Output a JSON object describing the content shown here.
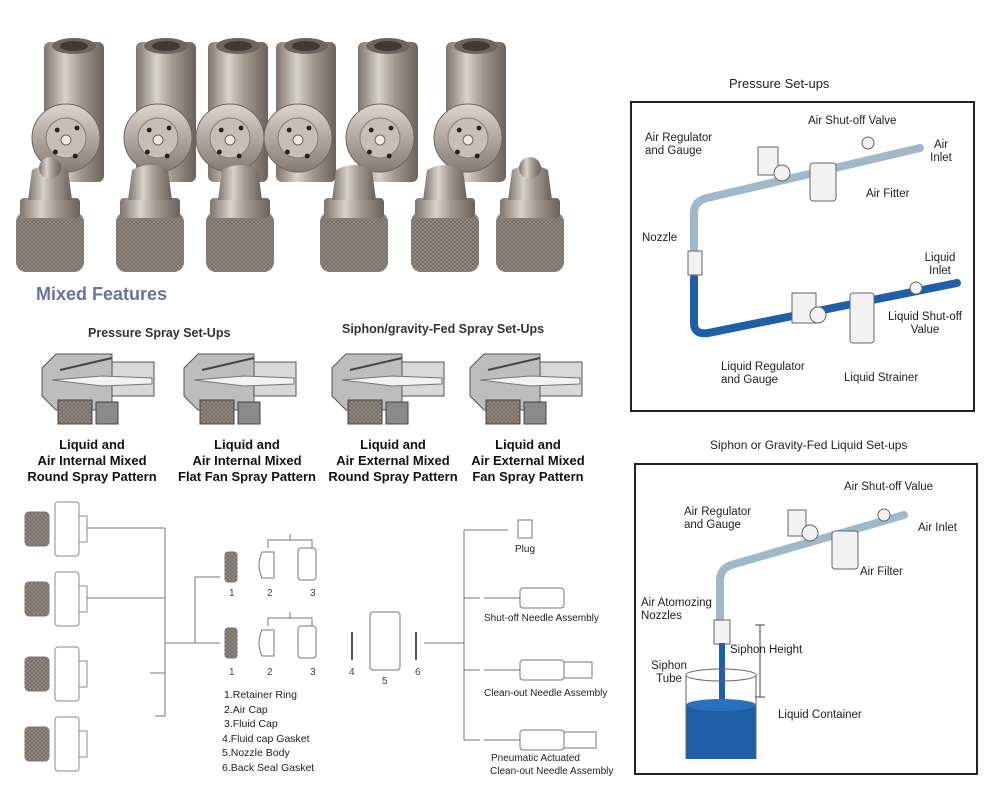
{
  "product_photo": {
    "description": "Stainless steel air atomizing nozzle bodies and spray caps",
    "nozzle_bodies": 6,
    "spray_caps": 6
  },
  "mixed_features": {
    "title": "Mixed Features",
    "pressure_heading": "Pressure Spray Set-Ups",
    "siphon_heading": "Siphon/gravity-Fed Spray Set-Ups",
    "patterns": [
      {
        "line1": "Liquid and",
        "line2": "Air Internal Mixed",
        "line3": "Round Spray Pattern"
      },
      {
        "line1": "Liquid and",
        "line2": "Air Internal Mixed",
        "line3": "Flat Fan Spray Pattern"
      },
      {
        "line1": "Liquid and",
        "line2": "Air External Mixed",
        "line3": "Round Spray Pattern"
      },
      {
        "line1": "Liquid and",
        "line2": "Air External Mixed",
        "line3": "Fan Spray Pattern"
      }
    ]
  },
  "exploded_view": {
    "numbers": [
      "1",
      "2",
      "3",
      "1",
      "2",
      "3",
      "4",
      "5",
      "6"
    ],
    "parts_list": [
      "1.Retainer Ring",
      "2.Air Cap",
      "3.Fluid Cap",
      "4.Fluid cap Gasket",
      "5.Nozzle Body",
      "6.Back Seal Gasket"
    ],
    "options": [
      {
        "label": "Plug"
      },
      {
        "label": "Shut-off  Needle Assembly"
      },
      {
        "label": "Clean-out  Needle Assembly"
      },
      {
        "label": "Pneumatic Actuated",
        "label2": "Clean-out Needle Assembly"
      }
    ]
  },
  "pressure_setup": {
    "title": "Pressure Set-ups",
    "labels": {
      "air_regulator_1": "Air Regulator",
      "air_regulator_2": "and  Gauge",
      "air_shutoff": "Air Shut-off Valve",
      "air_inlet_1": "Air",
      "air_inlet_2": "Inlet",
      "air_fitter": "Air Fitter",
      "nozzle": "Nozzle",
      "liquid_inlet_1": "Liquid",
      "liquid_inlet_2": "Inlet",
      "liquid_shutoff_1": "Liquid Shut-off",
      "liquid_shutoff_2": "Value",
      "liquid_regulator_1": "Liquid Regulator",
      "liquid_regulator_2": "and Gauge",
      "liquid_strainer": "Liquid Strainer"
    },
    "colors": {
      "air_pipe": "#9fb9c9",
      "liquid_pipe": "#1f5fa8"
    }
  },
  "siphon_setup": {
    "title": "Siphon or Gravity-Fed Liquid Set-ups",
    "labels": {
      "air_shutoff": "Air Shut-off Value",
      "air_regulator_1": "Air Regulator",
      "air_regulator_2": "and Gauge",
      "air_inlet": "Air Inlet",
      "air_filter": "Air Filter",
      "atomizing_1": "Air Atomozing",
      "atomizing_2": "Nozzles",
      "siphon_height": "Siphon Height",
      "siphon_tube_1": "Siphon",
      "siphon_tube_2": "Tube",
      "liquid_container": "Liquid Container"
    },
    "colors": {
      "air_pipe": "#9fb9c9",
      "liquid": "#1f5fa8"
    }
  }
}
